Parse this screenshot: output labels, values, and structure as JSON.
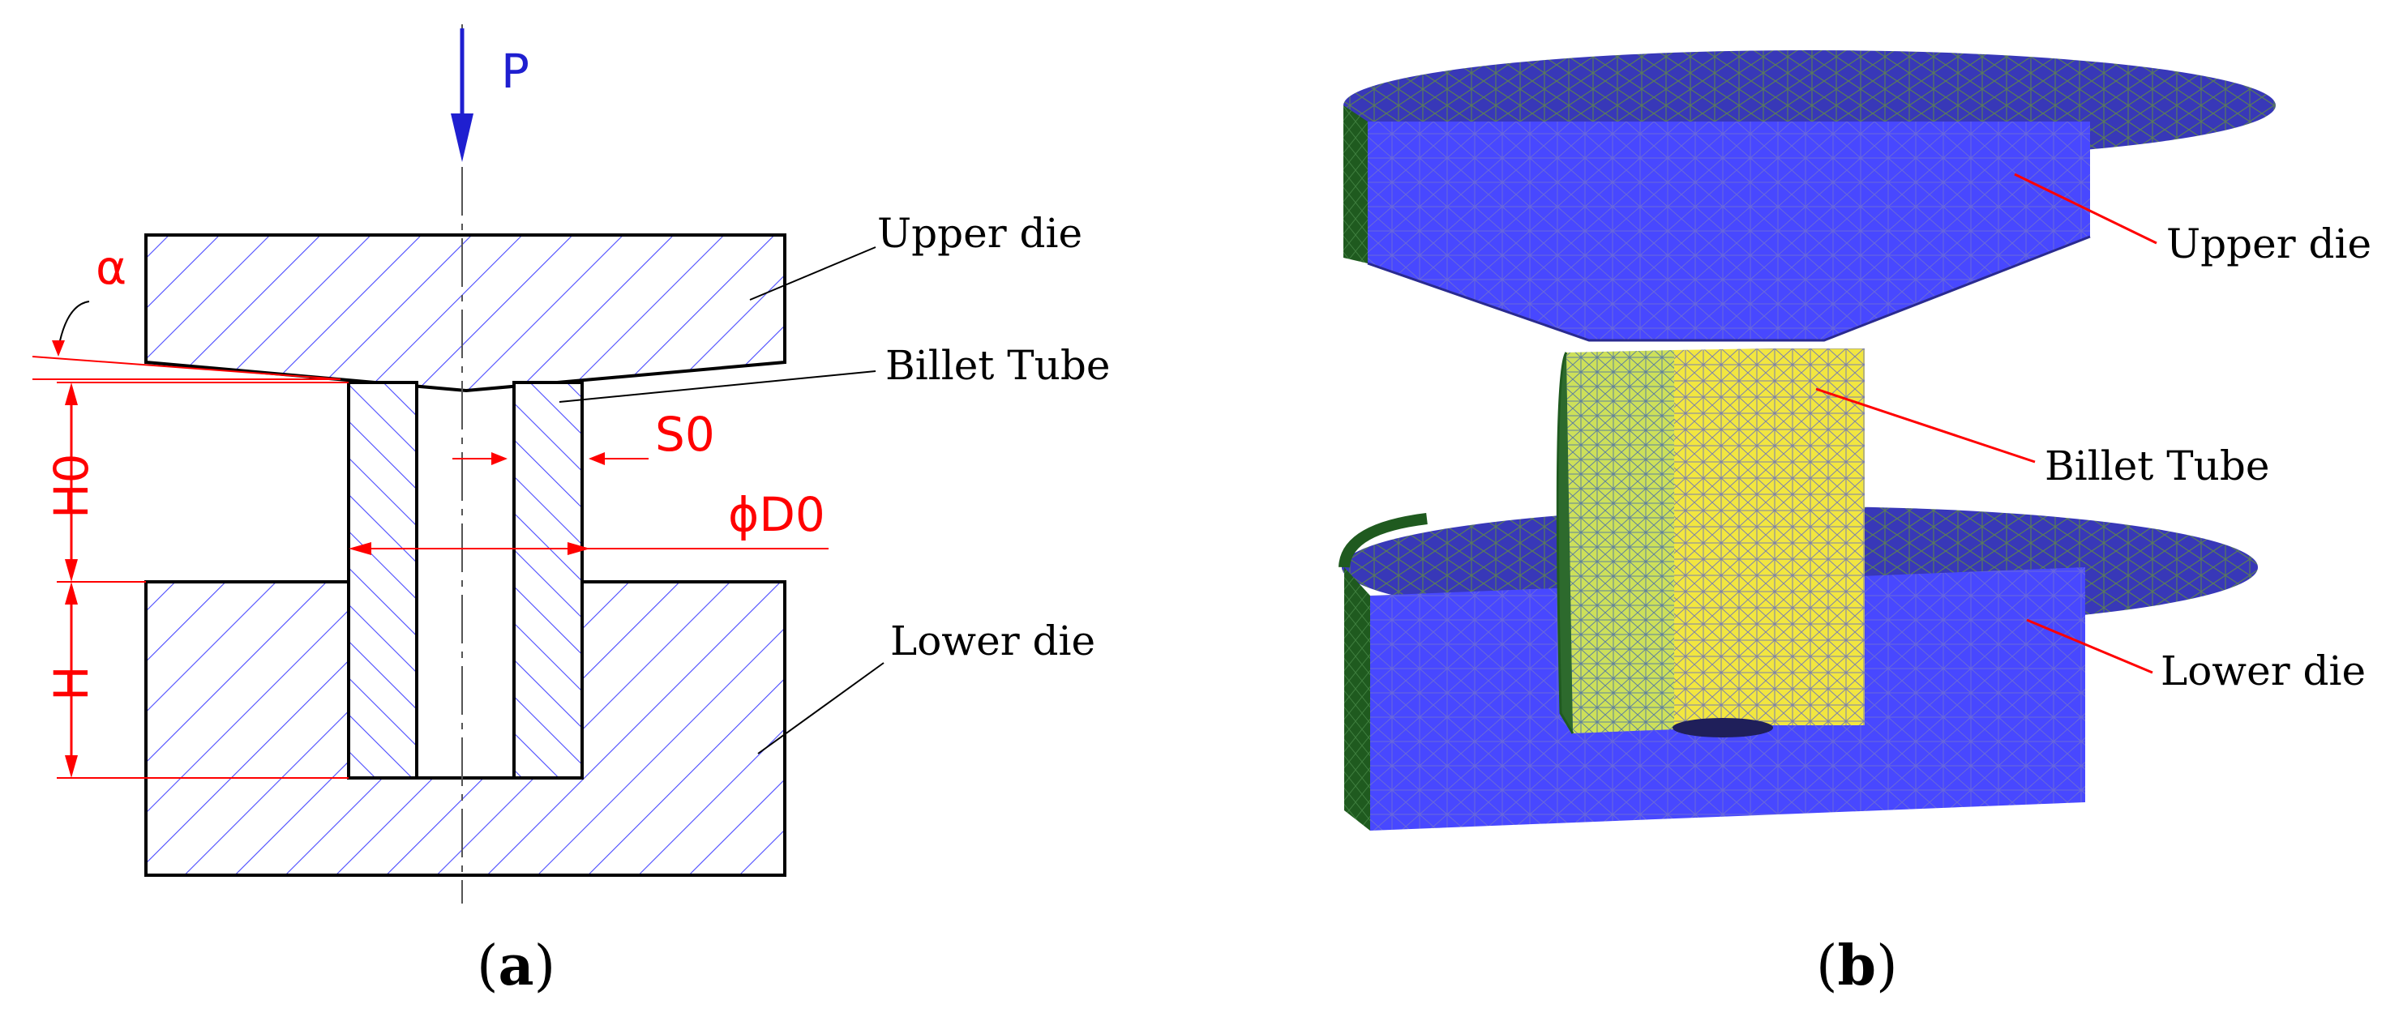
{
  "figure": {
    "panel_a": {
      "label_open": "(",
      "label_letter": "a",
      "label_close": ")",
      "load_label": "P",
      "callouts": {
        "upper_die": "Upper die",
        "billet_tube": "Billet Tube",
        "lower_die": "Lower die"
      },
      "dimensions": {
        "angle": "α",
        "initial_height": "H0",
        "wall_thickness": "S0",
        "outer_diameter": "ϕD0",
        "cavity_depth": "H"
      }
    },
    "panel_b": {
      "label_open": "(",
      "label_letter": "b",
      "label_close": ")",
      "callouts": {
        "upper_die": "Upper die",
        "billet_tube": "Billet Tube",
        "lower_die": "Lower die"
      }
    },
    "colors": {
      "hatch": "#4a4aff",
      "dimension": "#ff0000",
      "load_arrow": "#1f1fd0",
      "die_mesh": "#4848ff",
      "billet_mesh": "#f2e640",
      "die_dark_side": "#1f5a1f"
    }
  }
}
